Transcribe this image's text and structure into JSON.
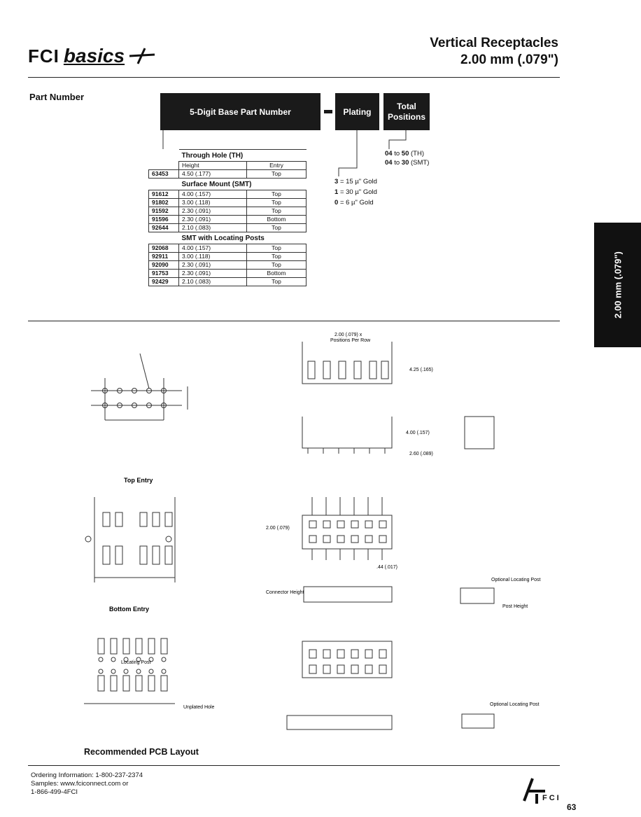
{
  "header": {
    "logo_fci": "FCI",
    "logo_basics": "basics",
    "title_line1": "Vertical Receptacles",
    "title_line2": "2.00 mm (.079\")"
  },
  "part_number": {
    "label": "Part Number",
    "block_base": "5-Digit Base Part Number",
    "block_plating": "Plating",
    "block_positions_l1": "Total",
    "block_positions_l2": "Positions"
  },
  "table": {
    "th_title": "Through Hole (TH)",
    "col_height": "Height",
    "col_entry": "Entry",
    "th_rows": [
      [
        "63453",
        "4.50 (.177)",
        "Top"
      ]
    ],
    "smt_title": "Surface Mount (SMT)",
    "smt_rows": [
      [
        "91612",
        "4.00 (.157)",
        "Top"
      ],
      [
        "91802",
        "3.00 (.118)",
        "Top"
      ],
      [
        "91592",
        "2.30 (.091)",
        "Top"
      ],
      [
        "91596",
        "2.30 (.091)",
        "Bottom"
      ],
      [
        "92644",
        "2.10 (.083)",
        "Top"
      ]
    ],
    "lp_title": "SMT with Locating Posts",
    "lp_rows": [
      [
        "92068",
        "4.00 (.157)",
        "Top"
      ],
      [
        "92911",
        "3.00 (.118)",
        "Top"
      ],
      [
        "92090",
        "2.30 (.091)",
        "Top"
      ],
      [
        "91753",
        "2.30 (.091)",
        "Bottom"
      ],
      [
        "92429",
        "2.10 (.083)",
        "Top"
      ]
    ]
  },
  "plating": [
    {
      "code": "3",
      "desc": "= 15 µ\" Gold"
    },
    {
      "code": "1",
      "desc": "= 30 µ\" Gold"
    },
    {
      "code": "0",
      "desc": "= 6 µ\" Gold"
    }
  ],
  "positions": [
    {
      "from": "04",
      "to": "50",
      "type": "(TH)"
    },
    {
      "from": "04",
      "to": "30",
      "type": "(SMT)"
    }
  ],
  "side_tab": "2.00 mm (.079\")",
  "drawings": {
    "top_entry": "Top Entry",
    "bottom_entry": "Bottom Entry",
    "pcb_title": "Recommended PCB Layout",
    "dim_a": "2.00 (.079) x",
    "dim_a2": "Positions Per Row",
    "dim_b": "4.25 (.165)",
    "dim_c": "4.00 (.157)",
    "dim_d": "2.60 (.089)",
    "dim_e": "2.00 (.079)",
    "dim_f": ".44 (.017)",
    "optional_post": "Optional Locating Post",
    "post_height": "Post Height",
    "connector_height": "Connector Height",
    "locating_post": "Locating Post",
    "unplated_hole": "Unplated Hole"
  },
  "footer": {
    "line1": "Ordering Information: 1-800-237-2374",
    "line2": "Samples: www.fciconnect.com or",
    "line3": "1-866-499-4FCI",
    "brand": "FCI",
    "page": "63"
  }
}
